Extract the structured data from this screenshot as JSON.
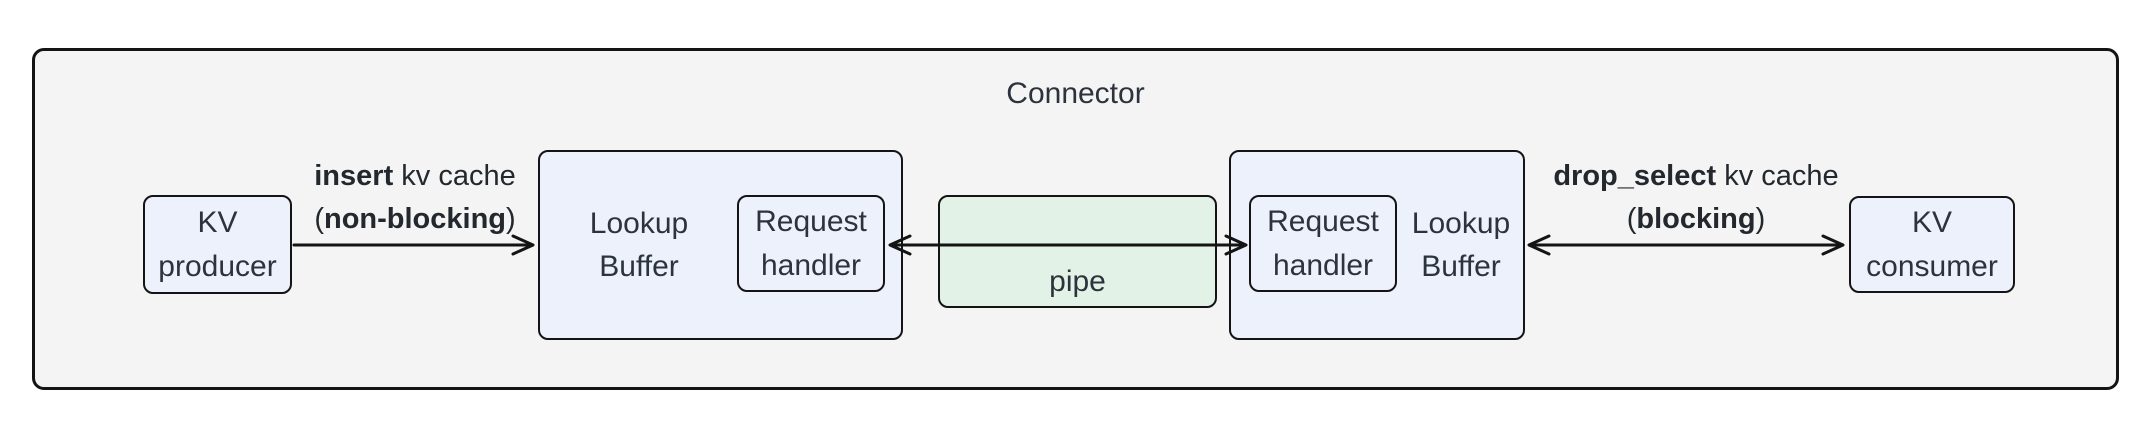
{
  "title": "Connector",
  "nodes": {
    "kv_producer": {
      "line1": "KV",
      "line2": "producer"
    },
    "lookup_buffer_left": {
      "line1": "Lookup",
      "line2": "Buffer"
    },
    "request_handler_left": {
      "line1": "Request",
      "line2": "handler"
    },
    "pipe": {
      "label": "pipe"
    },
    "request_handler_right": {
      "line1": "Request",
      "line2": "handler"
    },
    "lookup_buffer_right": {
      "line1": "Lookup",
      "line2": "Buffer"
    },
    "kv_consumer": {
      "line1": "KV",
      "line2": "consumer"
    }
  },
  "edges": {
    "insert": {
      "verb": "insert",
      "rest": " kv cache",
      "open": "(",
      "mode": "non-blocking",
      "close": ")"
    },
    "drop_select": {
      "verb": "drop_select",
      "rest": " kv cache",
      "open": "(",
      "mode": "blocking",
      "close": ")"
    }
  },
  "colors": {
    "page_bg": "#ffffff",
    "connector_bg": "#f4f4f4",
    "node_bg": "#edf1fb",
    "pipe_bg": "#e2f2e6",
    "line": "#141414",
    "node_text": "#2d333d",
    "label_text": "#23282e"
  }
}
